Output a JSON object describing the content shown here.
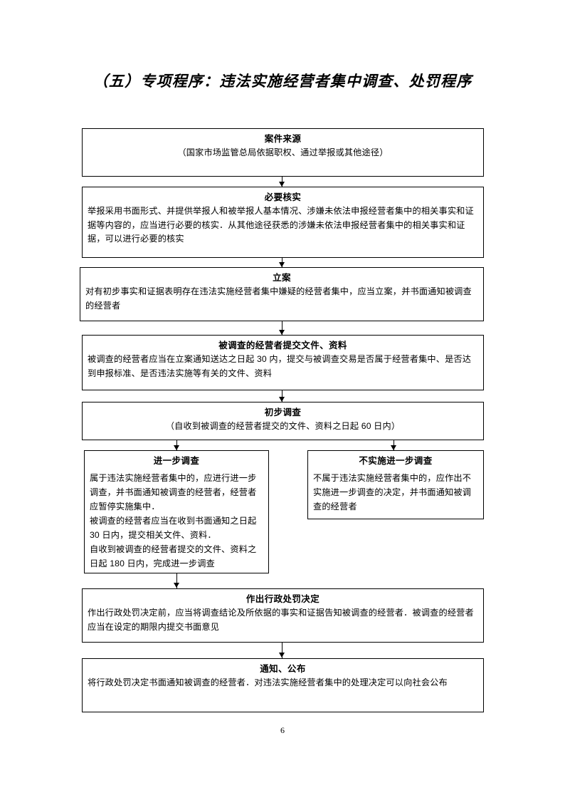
{
  "document": {
    "title": "（五）专项程序：违法实施经营者集中调查、处罚程序",
    "page_number": "6"
  },
  "flowchart": {
    "type": "flowchart",
    "orientation": "top-to-bottom",
    "nodes": [
      {
        "id": "source",
        "title": "案件来源",
        "body": [
          "（国家市场监管总局依据职权、通过举报或其他途径）"
        ],
        "body_align": "center"
      },
      {
        "id": "verify",
        "title": "必要核实",
        "body": [
          "举报采用书面形式、并提供举报人和被举报人基本情况、涉嫌未依法申报经营者集中的相关事实和证据等内容的，应当进行必要的核实．从其他途径获悉的涉嫌未依法申报经营者集中的相关事实和证据，可以进行必要的核实"
        ],
        "body_align": "left"
      },
      {
        "id": "filing",
        "title": "立案",
        "body": [
          "对有初步事实和证据表明存在违法实施经营者集中嫌疑的经营者集中，应当立案，并书面通知被调查的经营者"
        ],
        "body_align": "left"
      },
      {
        "id": "submit-docs",
        "title": "被调查的经营者提交文件、资料",
        "body": [
          "被调查的经营者应当在立案通知送达之日起 30 内，提交与被调查交易是否属于经营者集中、是否达到申报标准、是否违法实施等有关的文件、资料"
        ],
        "body_align": "left"
      },
      {
        "id": "preliminary",
        "title": "初步调查",
        "body": [
          "（自收到被调查的经营者提交的文件、资料之日起 60 日内）"
        ],
        "body_align": "center"
      },
      {
        "id": "further",
        "title": "进一步调查",
        "body": [
          "属于违法实施经营者集中的，应进行进一步调查，并书面通知被调查的经营者，经营者应暂停实施集中．",
          "被调查的经营者应当在收到书面通知之日起 30 日内，提交相关文件、资料．",
          "自收到被调查的经营者提交的文件、资料之日起 180 日内，完成进一步调查"
        ],
        "body_align": "left"
      },
      {
        "id": "no-further",
        "title": "不实施进一步调查",
        "body": [
          "不属于违法实施经营者集中的，应作出不实施进一步调查的决定，并书面通知被调查的经营者"
        ],
        "body_align": "left"
      },
      {
        "id": "penalty-decision",
        "title": "作出行政处罚决定",
        "body": [
          "作出行政处罚决定前，应当将调查结论及所依据的事实和证据告知被调查的经营者．被调查的经营者应当在设定的期限内提交书面意见"
        ],
        "body_align": "left"
      },
      {
        "id": "notify-publish",
        "title": "通知、公布",
        "body": [
          "将行政处罚决定书面通知被调查的经营者．对违法实施经营者集中的处理决定可以向社会公布"
        ],
        "body_align": "left"
      }
    ],
    "edges": [
      {
        "from": "source",
        "to": "verify"
      },
      {
        "from": "verify",
        "to": "filing"
      },
      {
        "from": "filing",
        "to": "submit-docs"
      },
      {
        "from": "submit-docs",
        "to": "preliminary"
      },
      {
        "from": "preliminary",
        "to": "further"
      },
      {
        "from": "preliminary",
        "to": "no-further"
      },
      {
        "from": "further",
        "to": "penalty-decision"
      },
      {
        "from": "penalty-decision",
        "to": "notify-publish"
      }
    ]
  },
  "colors": {
    "ink": "#000000",
    "paper": "#ffffff"
  }
}
